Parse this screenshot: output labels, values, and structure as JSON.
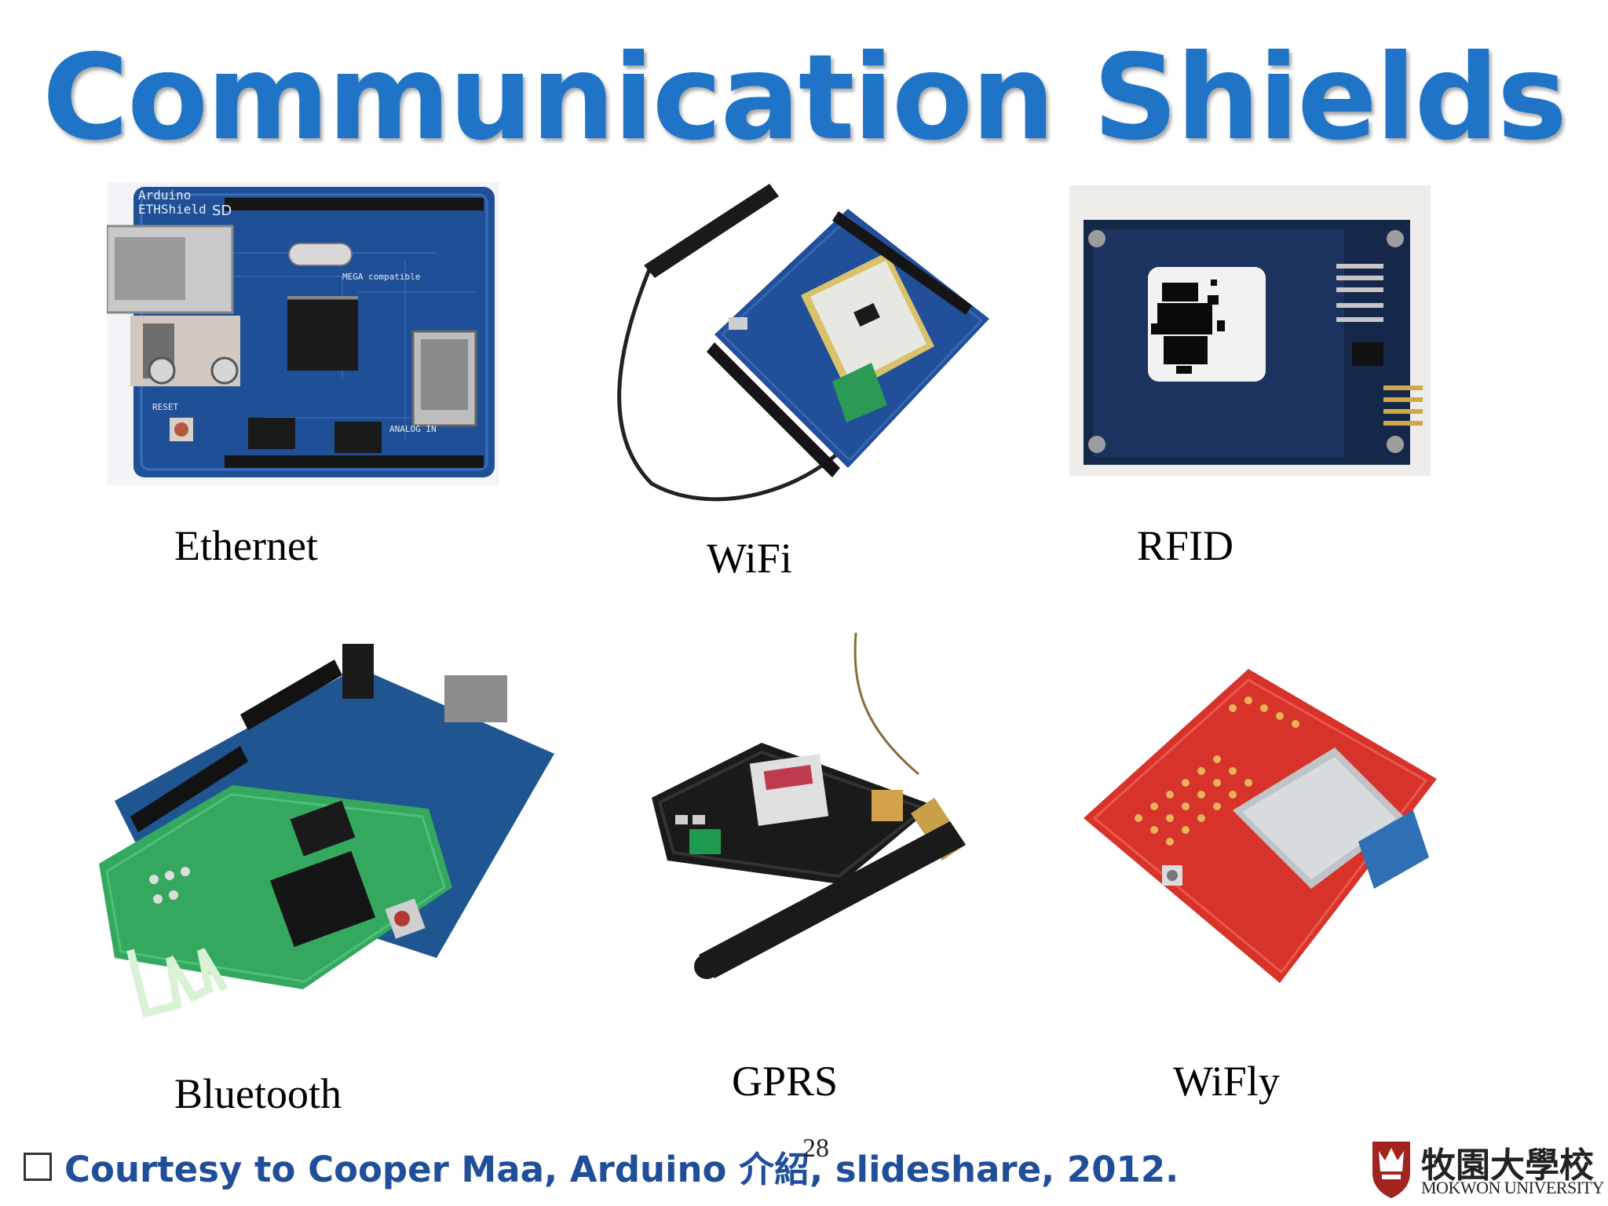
{
  "slide": {
    "title": "Communication Shields",
    "page_number": "28",
    "footer_citation": "Courtesy to Cooper Maa, Arduino 介紹, slideshare, 2012."
  },
  "shields": [
    {
      "caption": "Ethernet"
    },
    {
      "caption": "WiFi"
    },
    {
      "caption": "RFID"
    },
    {
      "caption": "Bluetooth"
    },
    {
      "caption": "GPRS"
    },
    {
      "caption": "WiFly"
    }
  ],
  "board_labels": {
    "ethernet_brand": "Arduino",
    "ethernet_model": "ETHShield",
    "ethernet_sd": "SD",
    "ethernet_mega": "MEGA compatible",
    "ethernet_reset": "RESET",
    "ethernet_analog": "ANALOG IN"
  },
  "university": {
    "name_cn": "牧園大學校",
    "name_en": "MOKWON UNIVERSITY"
  },
  "colors": {
    "title": "#1f74c8",
    "footer": "#1f4f9a",
    "board_blue": "#1e4f97",
    "board_green": "#2fa45c",
    "board_red": "#d8332a",
    "logo_red": "#a3231f"
  }
}
